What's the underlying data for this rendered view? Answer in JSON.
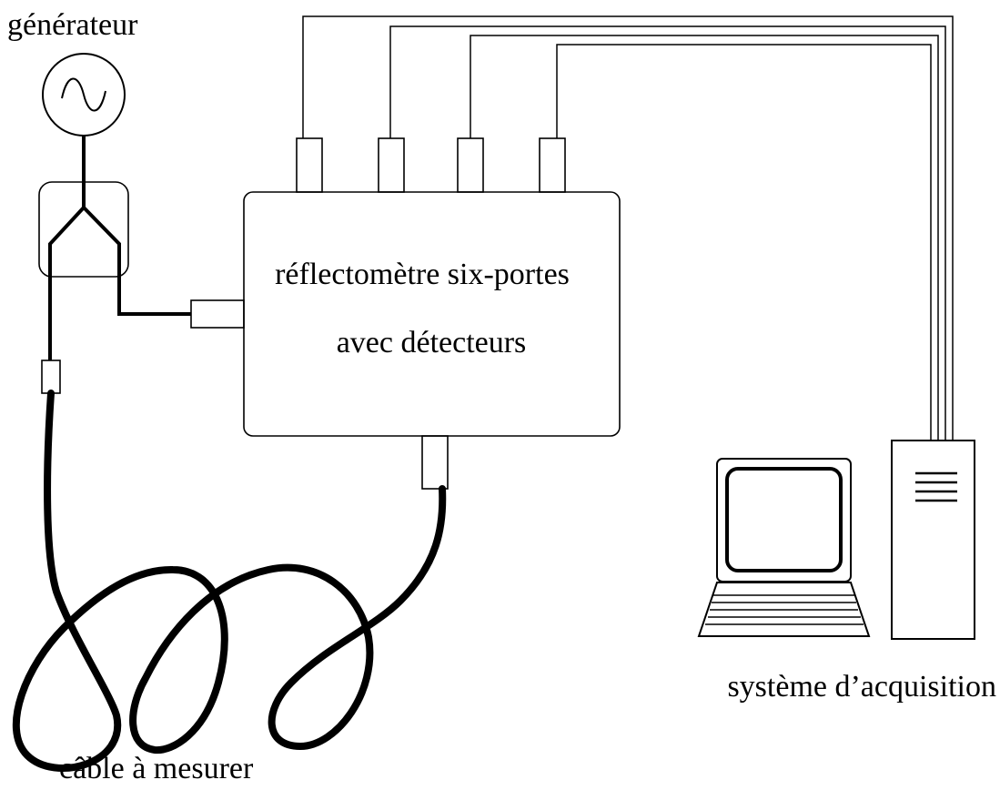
{
  "labels": {
    "generator": "générateur",
    "reflectometer_line1": "réflectomètre six-portes",
    "reflectometer_line2": "avec détecteurs",
    "acquisition": "système d’acquisition",
    "cable": "câble à mesurer"
  },
  "colors": {
    "stroke": "#000000",
    "background": "#ffffff"
  }
}
